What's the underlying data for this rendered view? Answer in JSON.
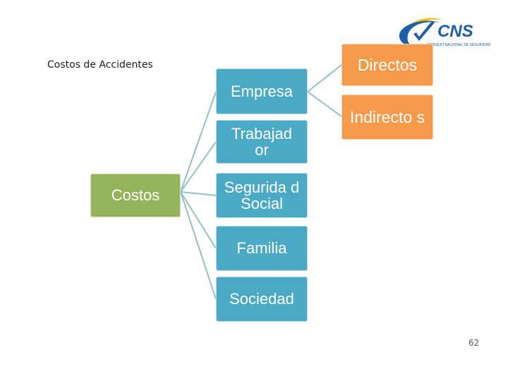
{
  "slide": {
    "title": "Costos de Accidentes",
    "page_number": "62"
  },
  "logo": {
    "name": "CNS",
    "subtitle": "CONSEJO NACIONAL DE SEGURIDAD"
  },
  "diagram": {
    "root": {
      "label": "Costos"
    },
    "categories": [
      {
        "label": "Empresa"
      },
      {
        "label": "Trabajad or"
      },
      {
        "label": "Segurida d Social"
      },
      {
        "label": "Familia"
      },
      {
        "label": "Sociedad"
      }
    ],
    "empresa_children": [
      {
        "label": "Directos"
      },
      {
        "label": "Indirecto s"
      }
    ]
  },
  "colors": {
    "root_box": "#94b35a",
    "category_box": "#4aaac6",
    "child_box": "#f59a4a",
    "connector": "#93bfca",
    "logo_blue": "#1f5fa8",
    "logo_yellow": "#f2c21a"
  }
}
